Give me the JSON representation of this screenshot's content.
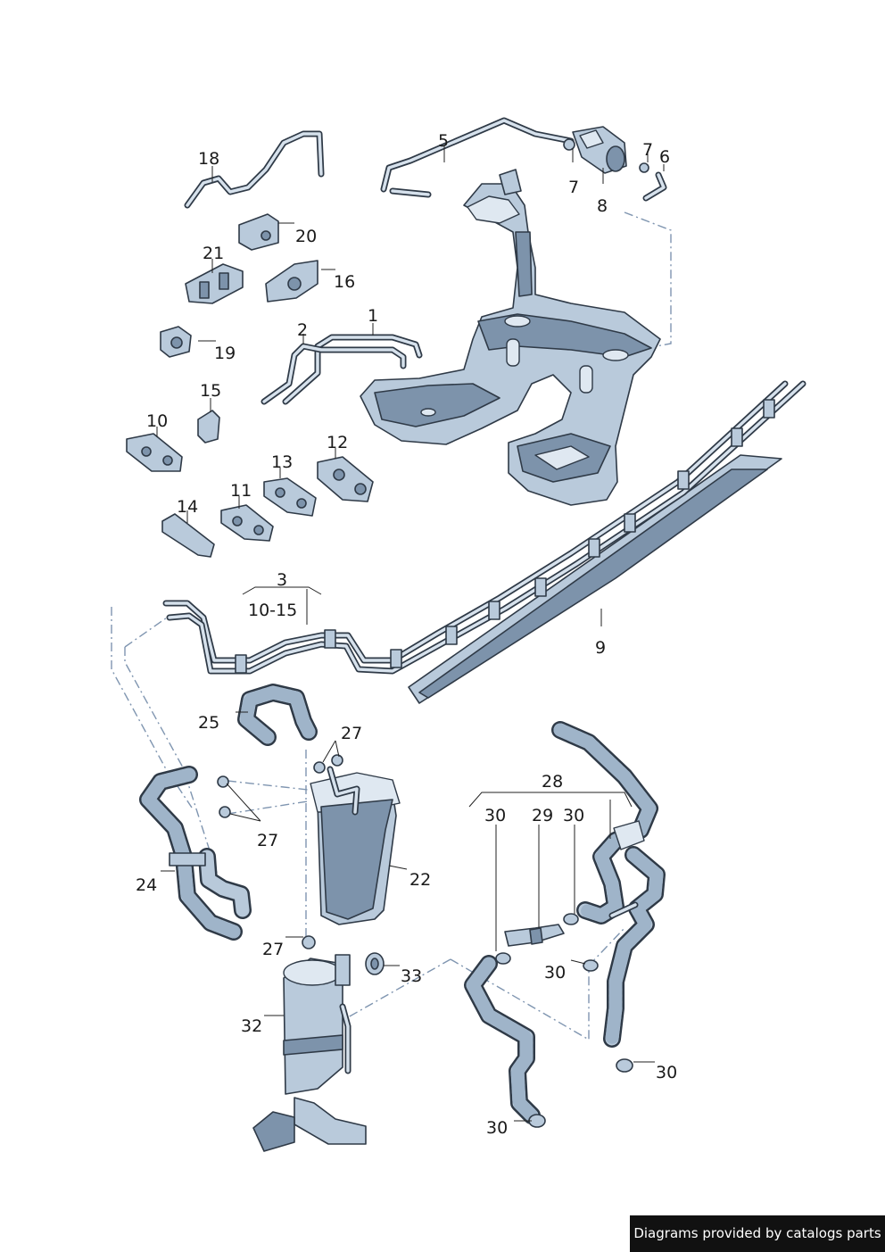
{
  "labels": {
    "l1": "1",
    "l2": "2",
    "l3": "3",
    "l3r": "10-15",
    "l5": "5",
    "l6": "6",
    "l7a": "7",
    "l7b": "7",
    "l8": "8",
    "l9": "9",
    "l10": "10",
    "l11": "11",
    "l12": "12",
    "l13": "13",
    "l14": "14",
    "l15": "15",
    "l16": "16",
    "l18": "18",
    "l19": "19",
    "l20": "20",
    "l21": "21",
    "l22": "22",
    "l24": "24",
    "l25": "25",
    "l27a": "27",
    "l27b": "27",
    "l27c": "27",
    "l28": "28",
    "l29": "29",
    "l30a": "30",
    "l30b": "30",
    "l30c": "30",
    "l30d": "30",
    "l30e": "30",
    "l32": "32",
    "l33": "33"
  },
  "credit": "Diagrams provided by catalogs parts",
  "colors": {
    "part": "#b9cadb",
    "outline": "#2f3a47",
    "dashed_line": "#7f95b0",
    "credit_bg": "#111111"
  }
}
